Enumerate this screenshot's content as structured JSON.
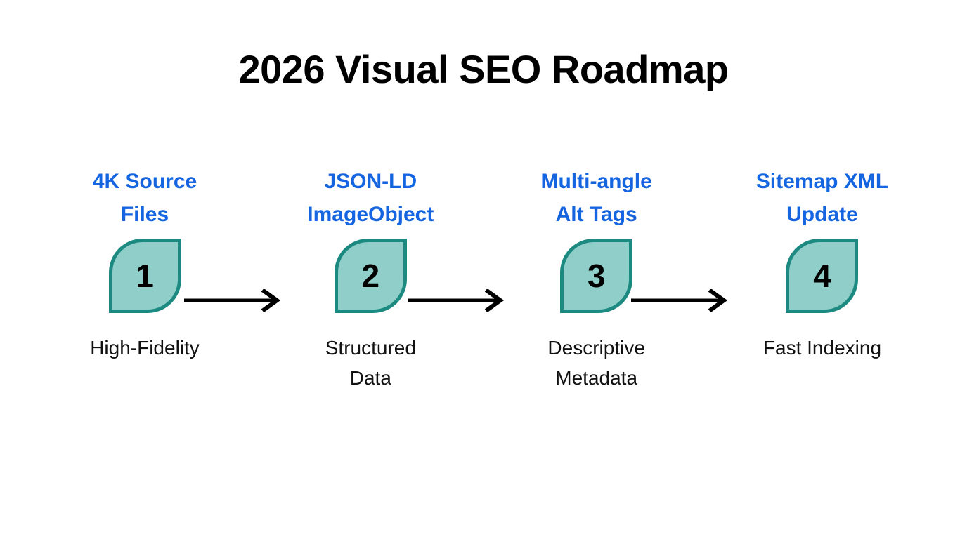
{
  "title": "2026 Visual SEO Roadmap",
  "theme": {
    "background": "#ffffff",
    "title_color": "#000000",
    "heading_color": "#1565e0",
    "badge_fill": "#8fcec9",
    "badge_stroke": "#1d8a81",
    "badge_number_color": "#000000",
    "caption_color": "#111111",
    "arrow_color": "#000000"
  },
  "steps": [
    {
      "number": "1",
      "heading": "4K Source\nFiles",
      "caption": "High-Fidelity"
    },
    {
      "number": "2",
      "heading": "JSON-LD\nImageObject",
      "caption": "Structured\nData"
    },
    {
      "number": "3",
      "heading": "Multi-angle\nAlt Tags",
      "caption": "Descriptive\nMetadata"
    },
    {
      "number": "4",
      "heading": "Sitemap XML\nUpdate",
      "caption": "Fast Indexing"
    }
  ],
  "connectors": [
    {
      "name": "arrow-step-1-to-2"
    },
    {
      "name": "arrow-step-2-to-3"
    },
    {
      "name": "arrow-step-3-to-4"
    }
  ]
}
